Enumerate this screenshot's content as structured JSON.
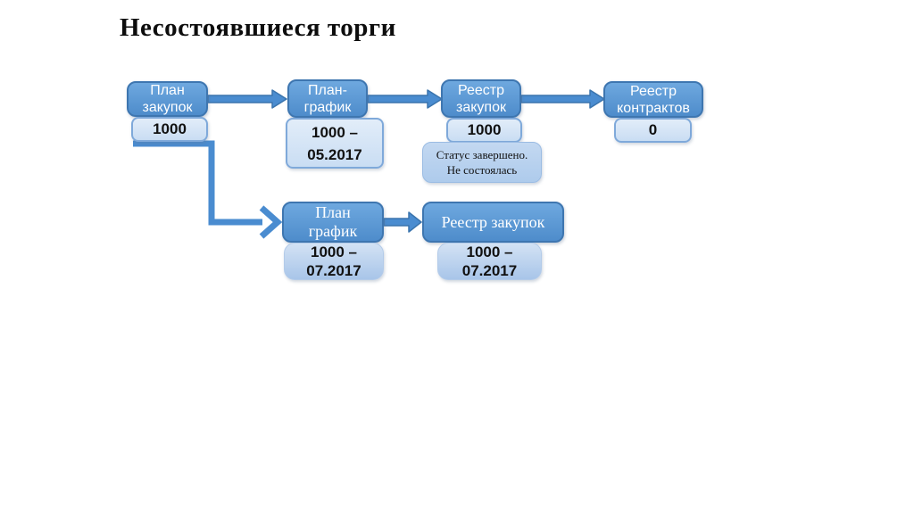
{
  "title": "Несостоявшиеся торги",
  "colors": {
    "header_fill": "#5b9bd5",
    "header_border": "#3e76b0",
    "value_fill": "#d6e5f6",
    "value_fill_dark": "#a8c5e9",
    "status_fill": "#b9d1ee",
    "arrow": "#4a8cd0",
    "text_on_header": "#ffffff",
    "text_value": "#111111"
  },
  "branch1": {
    "plan_zakupok": {
      "label": "План\nзакупок",
      "value": "1000"
    },
    "plan_grafik": {
      "label": "План-\nграфик",
      "value": "1000 –\n05.2017"
    },
    "reestr_zakupok": {
      "label": "Реестр\nзакупок",
      "value": "1000",
      "status": "Статус завершено.\nНе состоялась"
    },
    "reestr_kontraktov": {
      "label": "Реестр\nконтрактов",
      "value": "0"
    }
  },
  "branch2": {
    "plan_grafik": {
      "label": "План\nграфик",
      "value": "1000 –\n07.2017"
    },
    "reestr_zakupok": {
      "label": "Реестр закупок",
      "value": "1000 –\n07.2017"
    }
  }
}
